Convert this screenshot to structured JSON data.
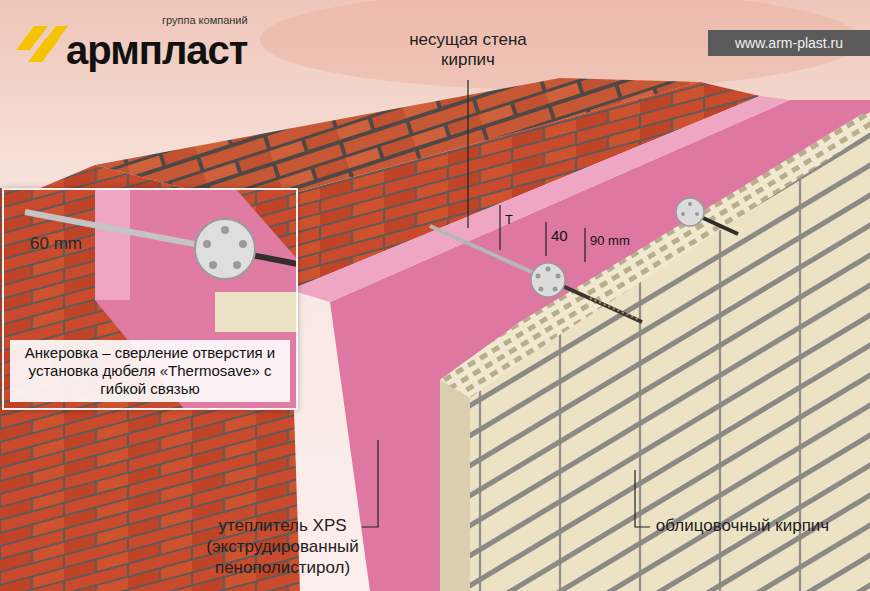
{
  "diagram": {
    "nodes": [
      {
        "text": [
          "www.arm-plast.ru"
        ]
      },
      {
        "text": [
          "60 mm"
        ]
      },
      {
        "text": [
          "Анкеровка – сверление отверстия и установка дюбеля «Thermosave» с гибкой связью"
        ],
        "in": 1
      }
    ],
    "labels": [
      "группа компаний",
      "армпласт",
      "несущая стена кирпич",
      "T",
      "40",
      "90 mm",
      "утеплитель XPS (экструдированный пенополистирол)",
      "облицовочный кирпич"
    ]
  }
}
